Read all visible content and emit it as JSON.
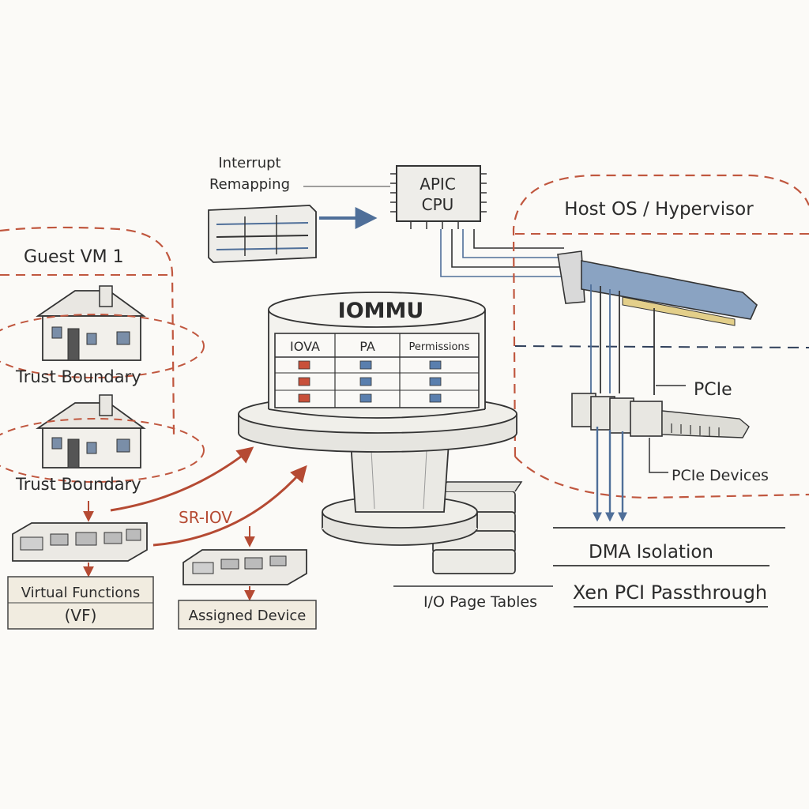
{
  "labels": {
    "interrupt_remapping_line1": "Interrupt",
    "interrupt_remapping_line2": "Remapping",
    "cpu_line1": "APIC",
    "cpu_line2": "CPU",
    "host": "Host OS / Hypervisor",
    "guest": "Guest VM 1",
    "trust_boundary_1": "Trust Boundary",
    "trust_boundary_2": "Trust Boundary",
    "iommu": "IOMMU",
    "sriov": "SR-IOV",
    "virtual_functions_line1": "Virtual Functions",
    "virtual_functions_line2": "(VF)",
    "assigned_device": "Assigned Device",
    "pcie": "PCIe",
    "pcie_devices": "PCIe Devices",
    "dma_isolation": "DMA Isolation",
    "xen_pci_passthrough": "Xen PCI Passthrough",
    "io_page_tables": "I/O Page Tables"
  },
  "iommu_table": {
    "headers": [
      "IOVA",
      "PA",
      "Permissions"
    ],
    "rows": 3
  },
  "colors": {
    "dashed_boundary": "#c0573f",
    "arrow_red": "#b54a33",
    "blue": "#5677a3",
    "ink": "#3a3a3a",
    "red_cell": "#c8503a",
    "blue_cell": "#5a7fae"
  }
}
